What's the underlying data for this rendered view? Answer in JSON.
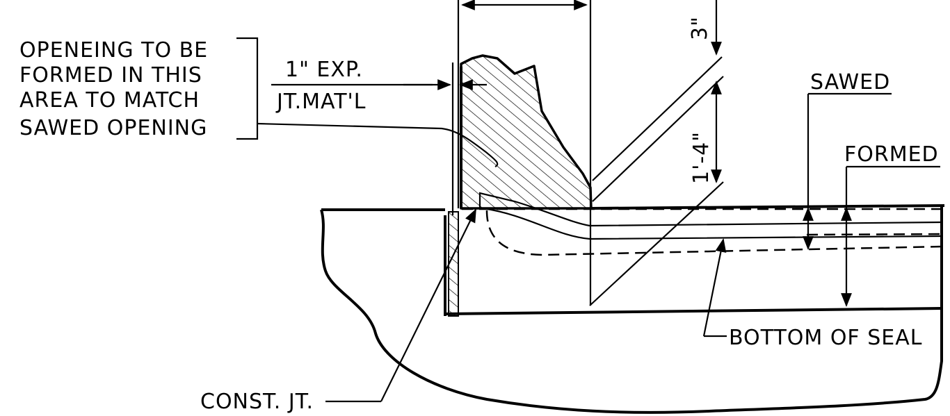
{
  "labels": {
    "opening_note": [
      "OPENEING TO BE",
      "FORMED IN THIS",
      "AREA TO MATCH",
      "SAWED OPENING"
    ],
    "joint_material_top": "1\" EXP.",
    "joint_material_bottom": "JT.MAT'L",
    "dim_3in": "3\"",
    "dim_1ft4in": "1'-4\"",
    "sawed": "SAWED",
    "formed": "FORMED",
    "bottom_of_seal": "BOTTOM OF SEAL",
    "const_jt": "CONST. JT."
  },
  "colors": {
    "ink": "#000000",
    "paper": "#ffffff"
  }
}
